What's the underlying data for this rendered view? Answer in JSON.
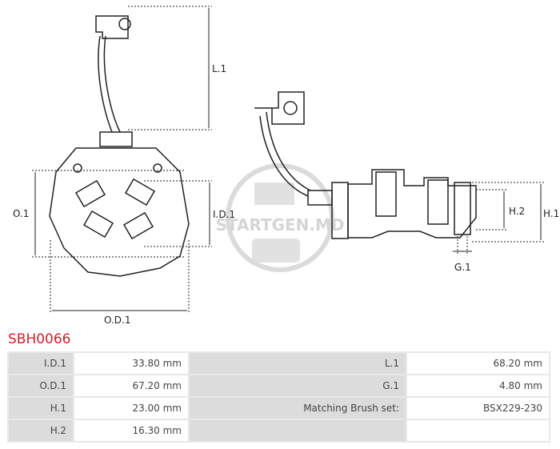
{
  "product_code": "SBH0066",
  "drawing": {
    "labels": {
      "l1": "L.1",
      "o1": "O.1",
      "id1": "I.D.1",
      "od1": "O.D.1",
      "h2": "H.2",
      "h1": "H.1",
      "g1": "G.1"
    },
    "watermark": "STARTGEN.MD"
  },
  "specs": [
    {
      "label1": "I.D.1",
      "value1": "33.80 mm",
      "label2": "L.1",
      "value2": "68.20 mm"
    },
    {
      "label1": "O.D.1",
      "value1": "67.20 mm",
      "label2": "G.1",
      "value2": "4.80 mm"
    },
    {
      "label1": "H.1",
      "value1": "23.00 mm",
      "label2": "Matching Brush set:",
      "value2": "BSX229-230"
    },
    {
      "label1": "H.2",
      "value1": "16.30 mm",
      "label2": "",
      "value2": ""
    }
  ]
}
